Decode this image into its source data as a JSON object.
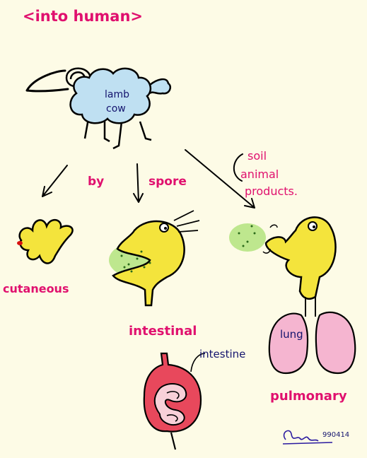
{
  "title": "<into human>",
  "animal_labels": {
    "line1": "lamb",
    "line2": "cow"
  },
  "route_labels": {
    "by": "by",
    "spore": "spore"
  },
  "sources": {
    "line1": "soil",
    "line2": "animal",
    "line3": "products."
  },
  "forms": {
    "cutaneous": "cutaneous",
    "intestinal": "intestinal",
    "pulmonary": "pulmonary"
  },
  "organs": {
    "lung": "lung",
    "intestine": "intestine"
  },
  "date": "990414",
  "colors": {
    "label_pink": "#e0106e",
    "ink_blue": "#14146e",
    "cloud_blue": "#bfe0f2",
    "figure_yellow": "#f4e43c",
    "lung_pink": "#f5b5d0",
    "intestine_red": "#e8485c",
    "spore_green": "#a8e070"
  }
}
